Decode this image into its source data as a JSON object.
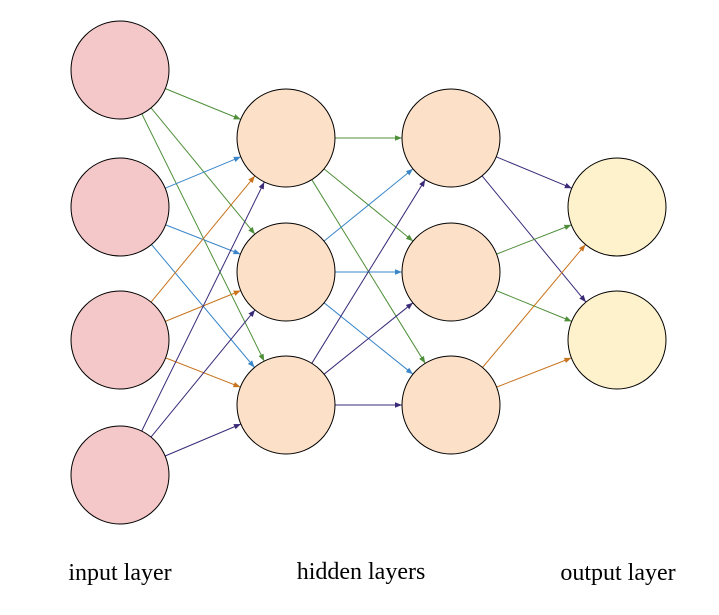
{
  "labels": {
    "input": "input layer",
    "hidden": "hidden layers",
    "output": "output layer"
  },
  "layers": [
    {
      "id": "input",
      "count": 4,
      "fill": "#f4c7c8"
    },
    {
      "id": "hidden1",
      "count": 3,
      "fill": "#fce0c8"
    },
    {
      "id": "hidden2",
      "count": 3,
      "fill": "#fce0c8"
    },
    {
      "id": "output",
      "count": 2,
      "fill": "#fef2cd"
    }
  ],
  "edge_colors": {
    "green": "#4f8f3a",
    "blue": "#3a86c8",
    "orange": "#c8741e",
    "purple": "#3a2a78"
  },
  "edges": [
    {
      "from": [
        0,
        0
      ],
      "to": [
        1,
        0
      ],
      "color": "green"
    },
    {
      "from": [
        0,
        0
      ],
      "to": [
        1,
        1
      ],
      "color": "green"
    },
    {
      "from": [
        0,
        0
      ],
      "to": [
        1,
        2
      ],
      "color": "green"
    },
    {
      "from": [
        0,
        1
      ],
      "to": [
        1,
        0
      ],
      "color": "blue"
    },
    {
      "from": [
        0,
        1
      ],
      "to": [
        1,
        1
      ],
      "color": "blue"
    },
    {
      "from": [
        0,
        1
      ],
      "to": [
        1,
        2
      ],
      "color": "blue"
    },
    {
      "from": [
        0,
        2
      ],
      "to": [
        1,
        0
      ],
      "color": "orange"
    },
    {
      "from": [
        0,
        2
      ],
      "to": [
        1,
        1
      ],
      "color": "orange"
    },
    {
      "from": [
        0,
        2
      ],
      "to": [
        1,
        2
      ],
      "color": "orange"
    },
    {
      "from": [
        0,
        3
      ],
      "to": [
        1,
        0
      ],
      "color": "purple"
    },
    {
      "from": [
        0,
        3
      ],
      "to": [
        1,
        1
      ],
      "color": "purple"
    },
    {
      "from": [
        0,
        3
      ],
      "to": [
        1,
        2
      ],
      "color": "purple"
    },
    {
      "from": [
        1,
        0
      ],
      "to": [
        2,
        0
      ],
      "color": "green"
    },
    {
      "from": [
        1,
        0
      ],
      "to": [
        2,
        1
      ],
      "color": "green"
    },
    {
      "from": [
        1,
        0
      ],
      "to": [
        2,
        2
      ],
      "color": "green"
    },
    {
      "from": [
        1,
        1
      ],
      "to": [
        2,
        0
      ],
      "color": "blue"
    },
    {
      "from": [
        1,
        1
      ],
      "to": [
        2,
        1
      ],
      "color": "blue"
    },
    {
      "from": [
        1,
        1
      ],
      "to": [
        2,
        2
      ],
      "color": "blue"
    },
    {
      "from": [
        1,
        2
      ],
      "to": [
        2,
        0
      ],
      "color": "purple"
    },
    {
      "from": [
        1,
        2
      ],
      "to": [
        2,
        1
      ],
      "color": "purple"
    },
    {
      "from": [
        1,
        2
      ],
      "to": [
        2,
        2
      ],
      "color": "purple"
    },
    {
      "from": [
        2,
        0
      ],
      "to": [
        3,
        0
      ],
      "color": "purple"
    },
    {
      "from": [
        2,
        0
      ],
      "to": [
        3,
        1
      ],
      "color": "purple"
    },
    {
      "from": [
        2,
        1
      ],
      "to": [
        3,
        0
      ],
      "color": "green"
    },
    {
      "from": [
        2,
        1
      ],
      "to": [
        3,
        1
      ],
      "color": "green"
    },
    {
      "from": [
        2,
        2
      ],
      "to": [
        3,
        0
      ],
      "color": "orange"
    },
    {
      "from": [
        2,
        2
      ],
      "to": [
        3,
        1
      ],
      "color": "orange"
    }
  ]
}
